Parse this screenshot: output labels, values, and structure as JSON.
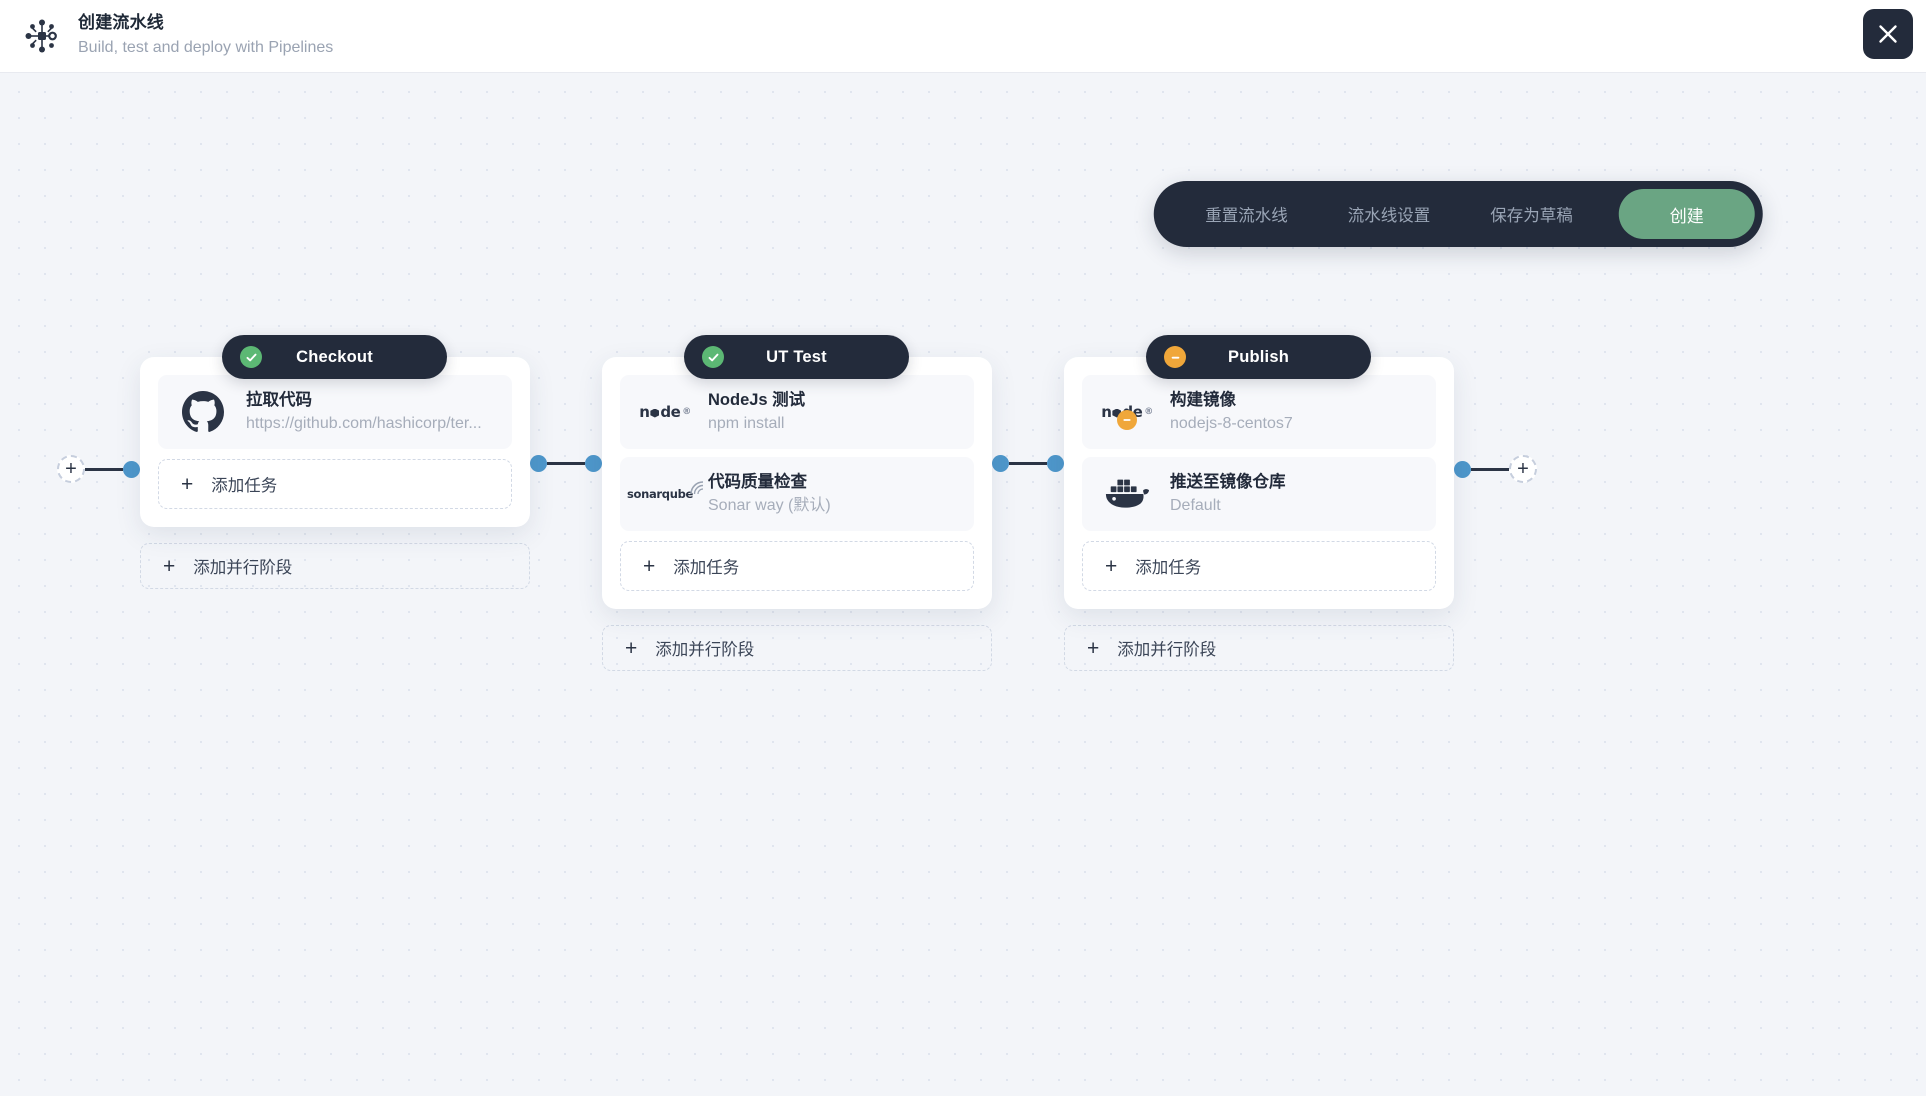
{
  "header": {
    "logo_icon": "pipeline-hub-icon",
    "title": "创建流水线",
    "subtitle": "Build, test and deploy with Pipelines",
    "close_icon": "close-icon"
  },
  "toolbar": {
    "reset_label": "重置流水线",
    "settings_label": "流水线设置",
    "save_draft_label": "保存为草稿",
    "create_label": "创建",
    "accent_color": "#6aa583",
    "background_color": "#232b3b"
  },
  "canvas": {
    "add_stage_start_icon": "plus-icon",
    "add_stage_end_icon": "plus-icon",
    "connector_dot_color": "#4e97cb",
    "connector_line_color": "#2b3445"
  },
  "labels": {
    "add_task": "添加任务",
    "add_parallel_stage": "添加并行阶段",
    "plus_glyph": "+"
  },
  "status_colors": {
    "ok": "#5cb874",
    "warn": "#f0a73a"
  },
  "stages": [
    {
      "name": "Checkout",
      "status": "ok",
      "status_icon": "check-circle-icon",
      "tasks": [
        {
          "title": "拉取代码",
          "subtitle": "https://github.com/hashicorp/ter...",
          "icon": "github-icon",
          "badge": null
        }
      ],
      "add_task_label": "添加任务",
      "add_parallel_label": "添加并行阶段"
    },
    {
      "name": "UT Test",
      "status": "ok",
      "status_icon": "check-circle-icon",
      "tasks": [
        {
          "title": "NodeJs 测试",
          "subtitle": "npm install",
          "icon": "nodejs-icon",
          "badge": null
        },
        {
          "title": "代码质量检查",
          "subtitle": "Sonar way (默认)",
          "icon": "sonarqube-icon",
          "badge": null
        }
      ],
      "add_task_label": "添加任务",
      "add_parallel_label": "添加并行阶段"
    },
    {
      "name": "Publish",
      "status": "warn",
      "status_icon": "minus-circle-icon",
      "tasks": [
        {
          "title": "构建镜像",
          "subtitle": "nodejs-8-centos7",
          "icon": "nodejs-icon",
          "badge": "minus-circle-icon"
        },
        {
          "title": "推送至镜像仓库",
          "subtitle": "Default",
          "icon": "docker-icon",
          "badge": null
        }
      ],
      "add_task_label": "添加任务",
      "add_parallel_label": "添加并行阶段"
    }
  ]
}
